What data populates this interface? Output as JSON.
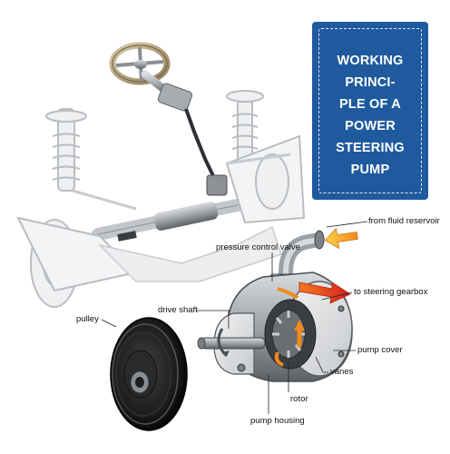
{
  "title": {
    "lines": [
      "WORKING",
      "PRINCI-",
      "PLE OF A",
      "POWER",
      "STEERING",
      "PUMP"
    ]
  },
  "labels": {
    "from_fluid_reservoir": "from fluid reservoir",
    "pressure_control_valve": "pressure control valve",
    "to_steering_gearbox": "to steering gearbox",
    "drive_shaft": "drive shaft",
    "pulley": "pulley",
    "pump_cover": "pump cover",
    "vanes": "vanes",
    "rotor": "rotor",
    "pump_housing": "pump housing"
  },
  "colors": {
    "panel_bg": "#1f5a9e",
    "arrow_orange": "#f29a1e",
    "arrow_red": "#e0281e",
    "metal_gray": "#9aa0a6",
    "pulley_black": "#1a1a1a"
  }
}
